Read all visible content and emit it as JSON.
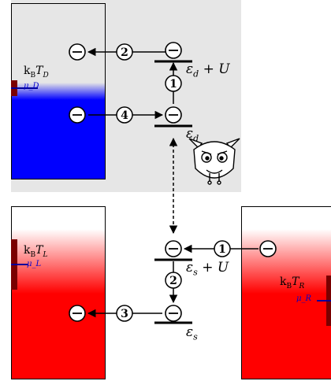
{
  "labels": {
    "kT_D": "k_B T_D",
    "mu_D": "μ_D",
    "kT_L": "k_B T_L",
    "mu_L": "μ_L",
    "kT_R": "k_B T_R",
    "mu_R": "μ_R",
    "eps_d_U": "ε_d + U",
    "eps_d": "ε_d",
    "eps_s_U": "ε_s + U",
    "eps_s": "ε_s"
  },
  "steps": {
    "s1_top": "1",
    "s2_top": "2",
    "s4": "4",
    "s1_bottom": "1",
    "s2_bottom": "2",
    "s3": "3"
  },
  "electron_symbol": "−",
  "colors": {
    "panel_gray": "#e6e6e6",
    "reservoir_blue": "#0000ff",
    "reservoir_red": "#ff0000",
    "mu_line": "#000099",
    "mu_marker": "#7a0000"
  }
}
